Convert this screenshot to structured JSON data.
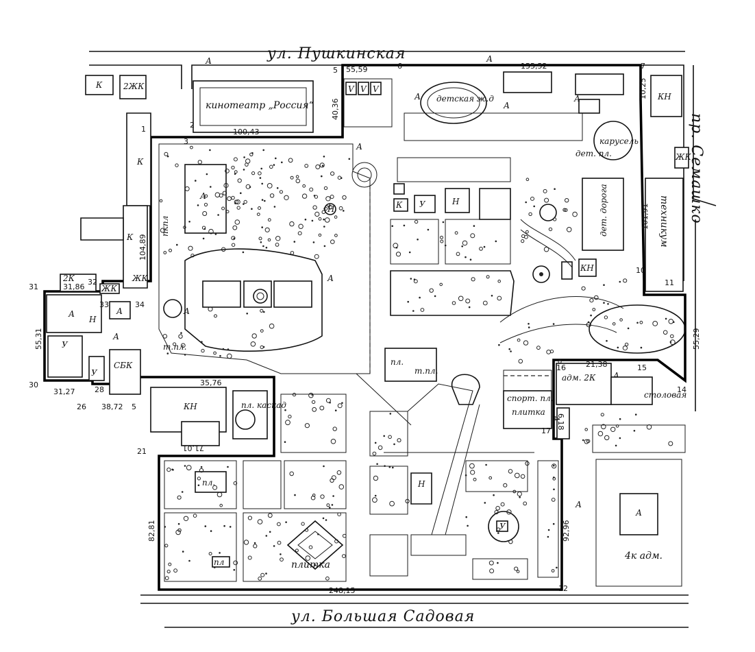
{
  "streets": {
    "pushkinskaya": "ул. Пушкинская",
    "bolshaya_sadovaya": "ул. Большая Садовая",
    "semashko": "пр. Семашко"
  },
  "facilities": {
    "cinema": "кинотеатр „Россия“",
    "kids_railway": "детская ж.д",
    "carousel": "карусель",
    "kids_playground": "дет. пл.",
    "kids_road": "дет. дорога",
    "technicum": "техникум",
    "sports_ground": "спорт. пл.",
    "tiles_1": "плитка",
    "tiles_2": "плитка",
    "canteen": "столовая",
    "admin_2k": "адм. 2К",
    "admin_4k": "4к адм.",
    "sbk": "СБК",
    "playground": "пл.",
    "stage": "пл. каскад",
    "pl_small": "пл",
    "tp": "т.пл.",
    "kpl": "пкпл"
  },
  "markers": {
    "A": "А",
    "K": "К",
    "KN": "КН",
    "ZhK": "ЖК",
    "twoK": "2К",
    "twoZhK": "2ЖК",
    "N": "Н",
    "U": "У",
    "V": "V"
  },
  "numbers": {
    "n_5": "5",
    "n_5559": "55,59",
    "n_6": "6",
    "n_15552": "155,52",
    "n_7": "7",
    "n_1025": "10,25",
    "n_4036": "40,36",
    "n_10043": "100,43",
    "n_1": "1",
    "n_2": "2",
    "n_3": "3",
    "n_10191": "101,91",
    "n_10489": "104,89",
    "n_3186": "31,86",
    "n_32": "32",
    "n_31": "31",
    "n_33": "33",
    "n_34": "34",
    "n_5531": "55,31",
    "n_30": "30",
    "n_3127": "31,27",
    "n_28": "28",
    "n_3872": "38,72",
    "n_26": "26",
    "n_25": "5",
    "n_3576": "35,76",
    "n_21": "21",
    "n_2138": "21,38",
    "n_16": "16",
    "n_15": "15",
    "n_14": "14",
    "n_17": "17",
    "n_618": "6,18",
    "n_5529": "55,29",
    "n_10": "10",
    "n_11": "11",
    "n_6281": "82,81",
    "n_9296": "92,96",
    "n_24815": "248,15",
    "n_12": "12",
    "n_7101": "71,01"
  }
}
